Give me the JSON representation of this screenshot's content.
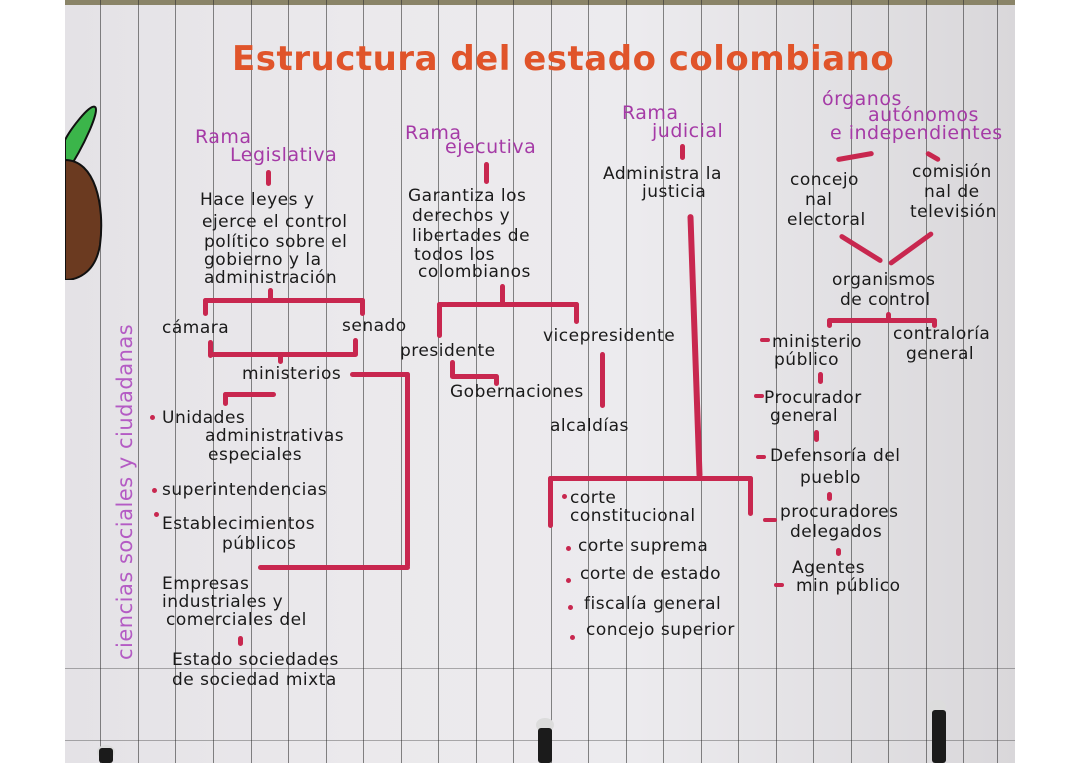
{
  "title": "Estructura del estado colombiano",
  "side_note": "ciencias sociales y ciudadanas",
  "colors": {
    "title": "#e0542a",
    "branch_headings": "#a53aa6",
    "connectors": "#c8274f",
    "body_text": "#1a1a1a",
    "paper": "#eae8eb"
  },
  "branches": {
    "legislativa": {
      "heading": [
        "Rama",
        "Legislativa"
      ],
      "description": [
        "Hace leyes y",
        "ejerce el control",
        "político sobre el",
        "gobierno y la",
        "administración"
      ],
      "children": [
        "cámara",
        "senado"
      ]
    },
    "ejecutiva": {
      "heading": [
        "Rama",
        "ejecutiva"
      ],
      "description": [
        "Garantiza los",
        "derechos y",
        "libertades de",
        "todos los",
        "colombianos"
      ],
      "children": [
        "presidente",
        "vicepresidente"
      ],
      "sub_children": [
        "Gobernaciones",
        "alcaldías"
      ],
      "ministerios": "ministerios",
      "ministerios_items": [
        [
          "Unidades",
          "administrativas",
          "especiales"
        ],
        [
          "superintendencias"
        ],
        [
          "Establecimientos",
          "públicos"
        ]
      ],
      "empresas": [
        "Empresas",
        "industriales y",
        "comerciales del"
      ],
      "sociedades": [
        "Estado sociedades",
        "de sociedad mixta"
      ]
    },
    "judicial": {
      "heading": [
        "Rama",
        "judicial"
      ],
      "description": [
        "Administra la",
        "justicia"
      ],
      "items": [
        "corte constitucional",
        "corte suprema",
        "corte de estado",
        "fiscalía general",
        "concejo superior"
      ]
    },
    "organos": {
      "heading": [
        "órganos",
        "autónomos",
        "e independientes"
      ],
      "children": [
        [
          "concejo",
          "nal",
          "electoral"
        ],
        [
          "comisión",
          "nal de",
          "televisión"
        ]
      ],
      "control_heading": [
        "organismos",
        "de control"
      ],
      "control_children": [
        [
          "ministerio",
          "público"
        ],
        [
          "contraloría",
          "general"
        ]
      ],
      "ministerio_items": [
        [
          "Procurador",
          "general"
        ],
        [
          "Defensoría del",
          "pueblo"
        ],
        [
          "procuradores",
          "delegados"
        ],
        [
          "Agentes",
          "min público"
        ]
      ]
    }
  }
}
